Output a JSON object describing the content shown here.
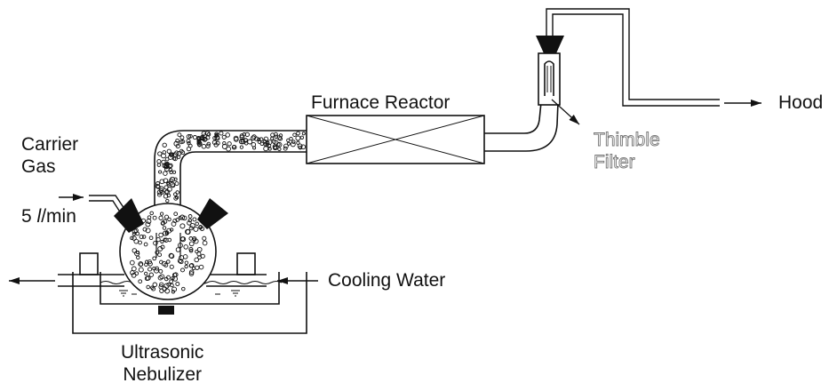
{
  "labels": {
    "carrier_line1": "Carrier",
    "carrier_line2": "Gas",
    "flow_value": "5",
    "flow_unit_l": "l",
    "flow_unit_rest": "/min",
    "furnace": "Furnace Reactor",
    "thimble_line1": "Thimble",
    "thimble_line2": "Filter",
    "hood": "Hood",
    "cooling": "Cooling Water",
    "nebulizer_line1": "Ultrasonic",
    "nebulizer_line2": "Nebulizer"
  },
  "colors": {
    "stroke": "#111111",
    "background": "#ffffff",
    "outline_text": "#777777"
  }
}
